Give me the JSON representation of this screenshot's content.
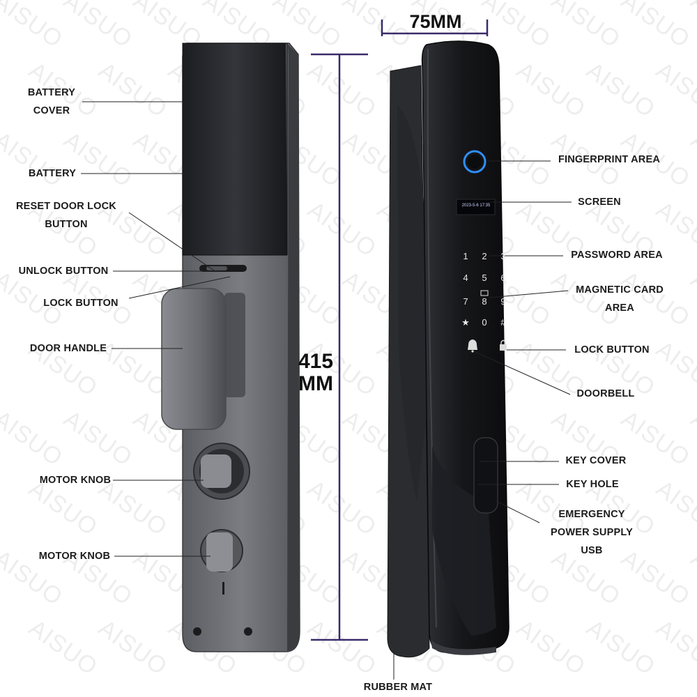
{
  "watermark": "AISUO",
  "dimensions": {
    "width": "75MM",
    "height_value": "415",
    "height_unit": "MM"
  },
  "screen_text": "2023-5-6 17:35",
  "keypad": [
    "1",
    "2",
    "3",
    "4",
    "5",
    "6",
    "7",
    "8",
    "9",
    "★",
    "0",
    "#"
  ],
  "labels": {
    "battery_cover": [
      "BATTERY",
      "COVER"
    ],
    "battery": "BATTERY",
    "reset_button": [
      "RESET DOOR LOCK",
      "BUTTON"
    ],
    "unlock_button": "UNLOCK BUTTON",
    "lock_button_left": "LOCK BUTTON",
    "door_handle": "DOOR HANDLE",
    "motor_knob_1": "MOTOR KNOB",
    "motor_knob_2": "MOTOR KNOB",
    "fingerprint_area": "FINGERPRINT AREA",
    "screen": "SCREEN",
    "password_area": "PASSWORD AREA",
    "magnetic_card_area": [
      "MAGNETIC CARD",
      "AREA"
    ],
    "lock_button_right": "LOCK BUTTON",
    "doorbell": "DOORBELL",
    "key_cover": "KEY COVER",
    "key_hole": "KEY HOLE",
    "emergency_power": [
      "EMERGENCY",
      "POWER SUPPLY",
      "USB"
    ],
    "rubber_mat": "RUBBER MAT"
  },
  "colors": {
    "dimension_line": "#3a2a6a",
    "fingerprint_ring": "#2f8fff",
    "panel_dark": "#2a2b30",
    "panel_grey": "#6b6d72"
  }
}
